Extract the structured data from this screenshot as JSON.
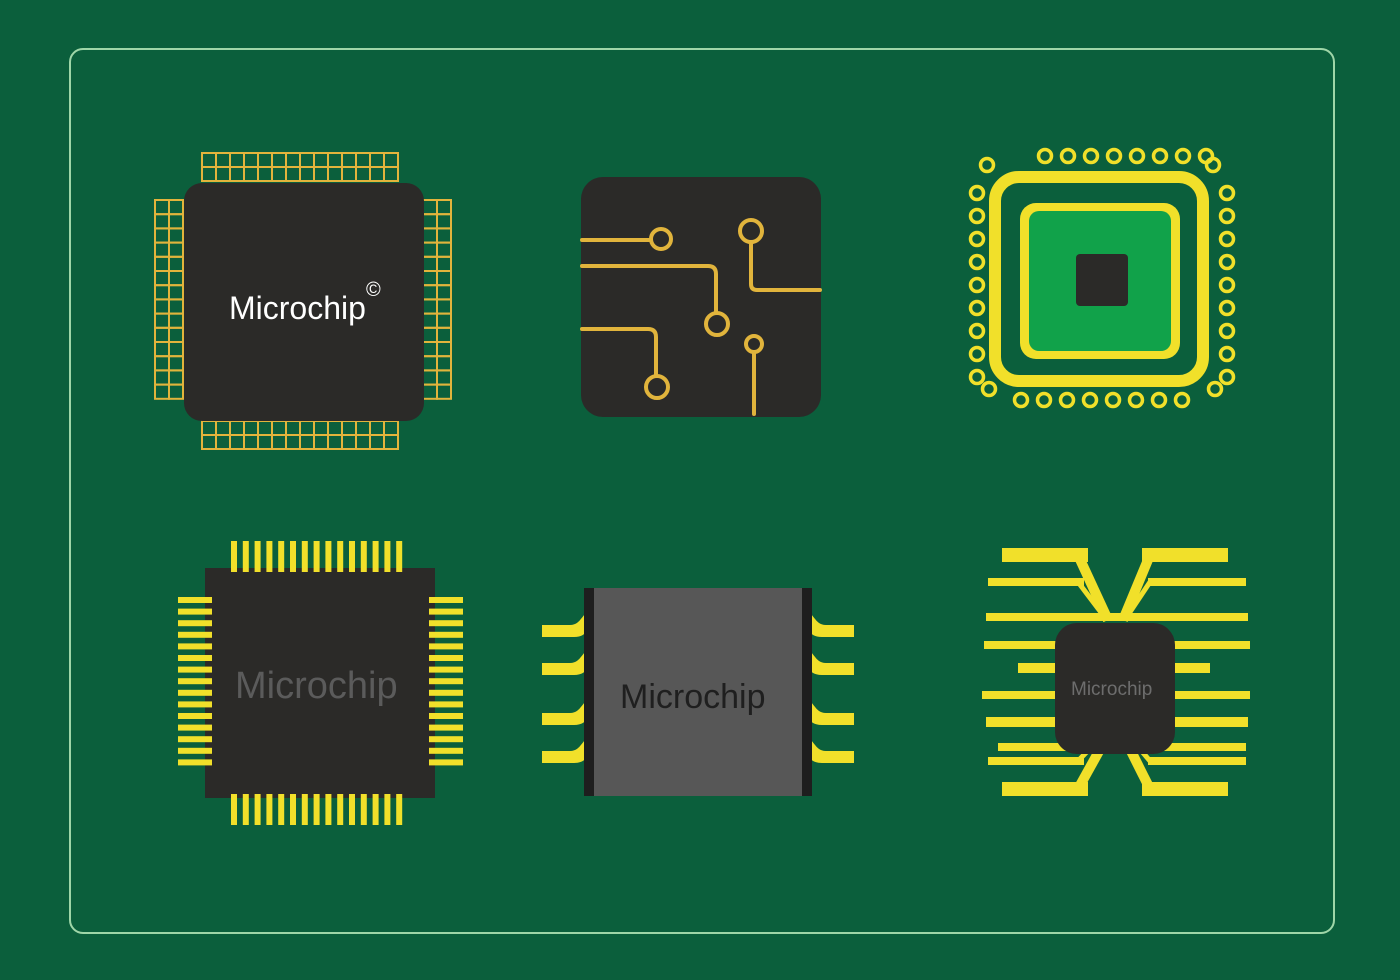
{
  "colors": {
    "background": "#0b5f3c",
    "frame": "#9fd6a8",
    "gold": "#e1b43c",
    "yellow": "#f1e02a",
    "chip_dark": "#2b2a28",
    "chip_gray": "#575757",
    "die_green": "#11a24a"
  },
  "chips": [
    {
      "label": "Microchip",
      "mark": "©"
    },
    {
      "label": ""
    },
    {
      "label": ""
    },
    {
      "label": "Microchip"
    },
    {
      "label": "Microchip"
    },
    {
      "label": "Microchip"
    }
  ]
}
